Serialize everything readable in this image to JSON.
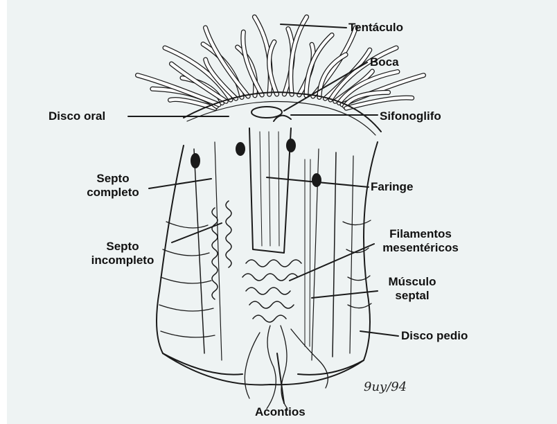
{
  "labels": {
    "tentaculo": "Tentáculo",
    "boca": "Boca",
    "disco_oral": "Disco oral",
    "sifonoglifo": "Sifonoglifo",
    "septo_completo": "Septo completo",
    "faringe": "Faringe",
    "filamentos_mesentericos": "Filamentos mesentéricos",
    "septo_incompleto": "Septo incompleto",
    "musculo_septal": "Músculo septal",
    "disco_pedio": "Disco pedio",
    "acontios": "Acontios"
  },
  "signature": "9uy/94",
  "colors": {
    "background": "#eef3f3",
    "ink": "#1a1a1a",
    "body_fill": "#ffffff"
  }
}
